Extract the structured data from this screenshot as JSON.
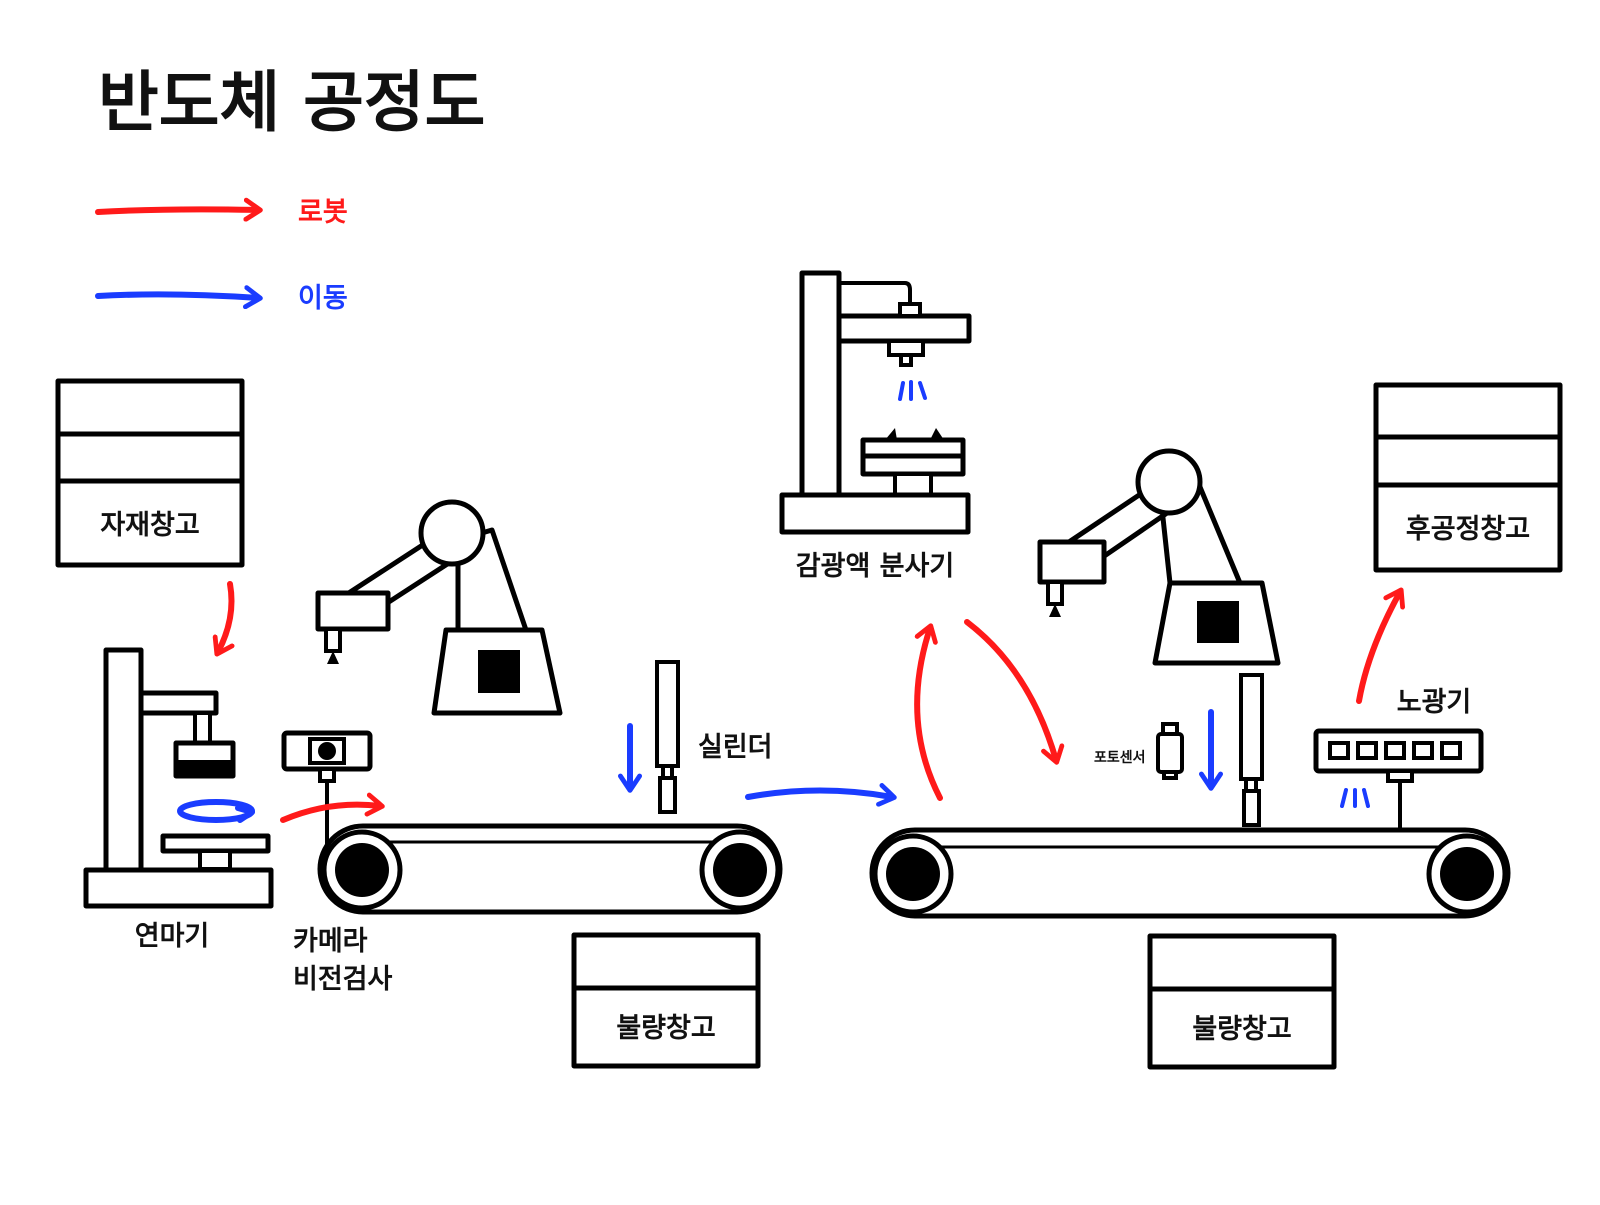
{
  "title": "반도체 공정도",
  "legend": {
    "robot_label": "로봇",
    "robot_color": "#ff1a1a",
    "move_label": "이동",
    "move_color": "#1a3cff"
  },
  "labels": {
    "material_warehouse": "자재창고",
    "polisher": "연마기",
    "camera_line1": "카메라",
    "camera_line2": "비전검사",
    "cylinder": "실린더",
    "defect_warehouse_1": "불량창고",
    "photoresist_sprayer": "감광액 분사기",
    "photo_sensor": "포토센서",
    "defect_warehouse_2": "불량창고",
    "exposure_machine": "노광기",
    "post_process_warehouse": "후공정창고"
  },
  "icons": {
    "robot_arm": "robot-arm-icon",
    "conveyor": "conveyor-belt-icon",
    "warehouse": "storage-shelf-icon",
    "camera": "camera-icon",
    "cylinder": "pneumatic-cylinder-icon",
    "sensor": "photo-sensor-icon"
  }
}
